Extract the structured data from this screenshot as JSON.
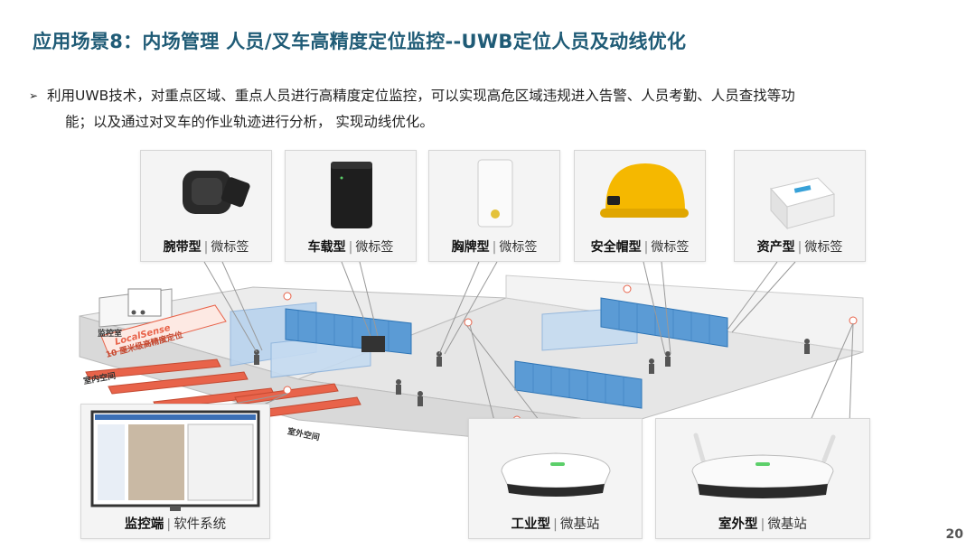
{
  "title": "应用场景8：内场管理  人员/叉车高精度定位监控--UWB定位人员及动线优化",
  "bullet": {
    "line1": "利用UWB技术，对重点区域、重点人员进行高精度定位监控，可以实现高危区域违规进入告警、人员考勤、人员查找等功",
    "line2": "能；以及通过对叉车的作业轨迹进行分析， 实现动线优化。"
  },
  "tags": [
    {
      "bold": "腕带型",
      "sep": "|",
      "name": "微标签"
    },
    {
      "bold": "车载型",
      "sep": "|",
      "name": "微标签"
    },
    {
      "bold": "胸牌型",
      "sep": "|",
      "name": "微标签"
    },
    {
      "bold": "安全帽型",
      "sep": "|",
      "name": "微标签"
    },
    {
      "bold": "资产型",
      "sep": "|",
      "name": "微标签"
    }
  ],
  "stations": [
    {
      "bold": "工业型",
      "sep": "|",
      "name": "微基站"
    },
    {
      "bold": "室外型",
      "sep": "|",
      "name": "微基站"
    }
  ],
  "monitor": {
    "bold": "监控端",
    "sep": "|",
    "name": "软件系统"
  },
  "zones": {
    "monitor_room": "监控室",
    "indoor": "室内空间",
    "outdoor": "室外空间"
  },
  "banner": {
    "brand": "LocalSense",
    "slogan": "10 厘米级高精度定位"
  },
  "page_number": "20",
  "colors": {
    "title": "#1f5b76",
    "shelf": "#5b9bd5",
    "rail": "#e8634a",
    "helmet": "#f5b800"
  }
}
